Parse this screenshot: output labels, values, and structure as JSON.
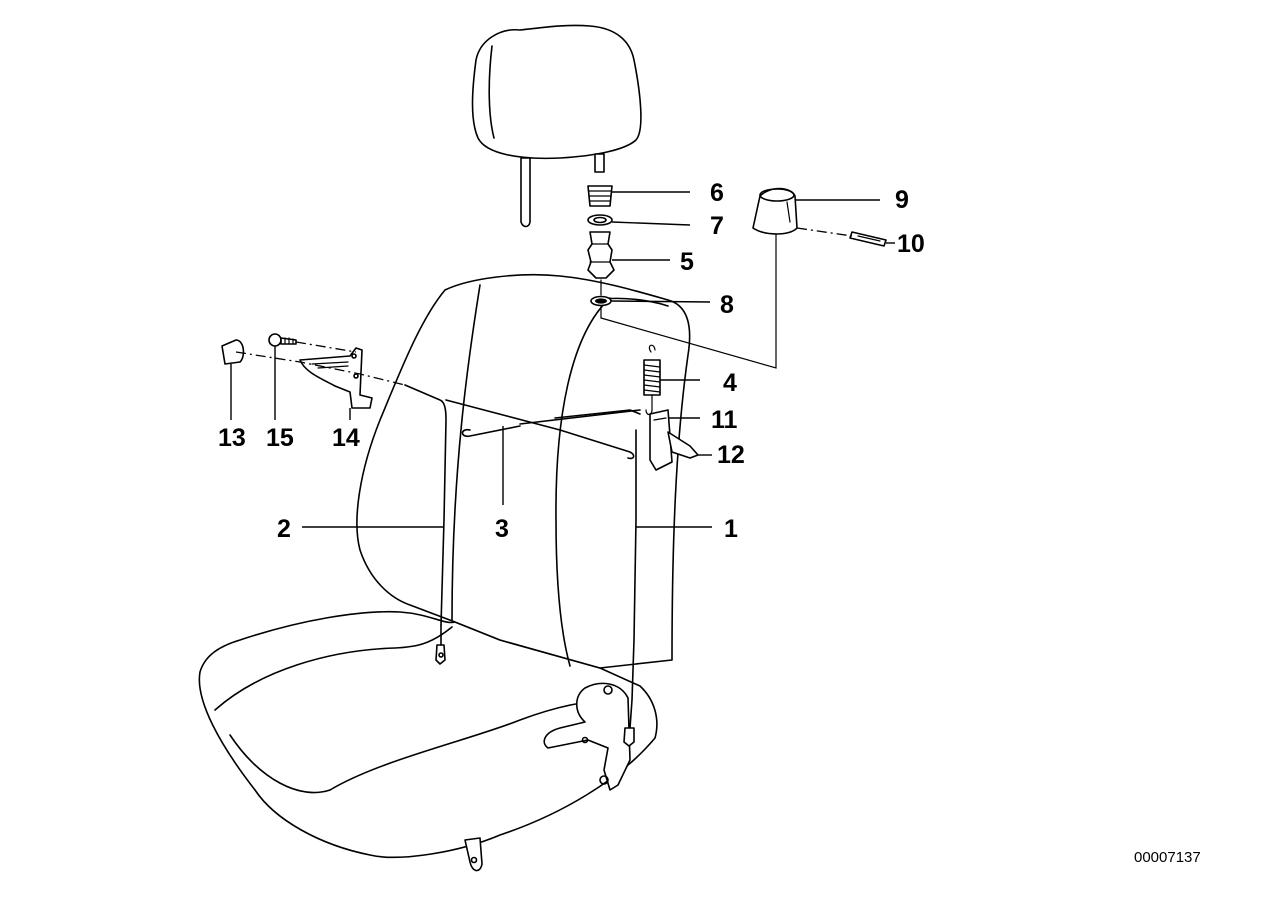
{
  "diagram": {
    "document_number": "00007137",
    "callouts": {
      "c1": "1",
      "c2": "2",
      "c3": "3",
      "c4": "4",
      "c5": "5",
      "c6": "6",
      "c7": "7",
      "c8": "8",
      "c9": "9",
      "c10": "10",
      "c11": "11",
      "c12": "12",
      "c13": "13",
      "c14": "14",
      "c15": "15"
    }
  }
}
